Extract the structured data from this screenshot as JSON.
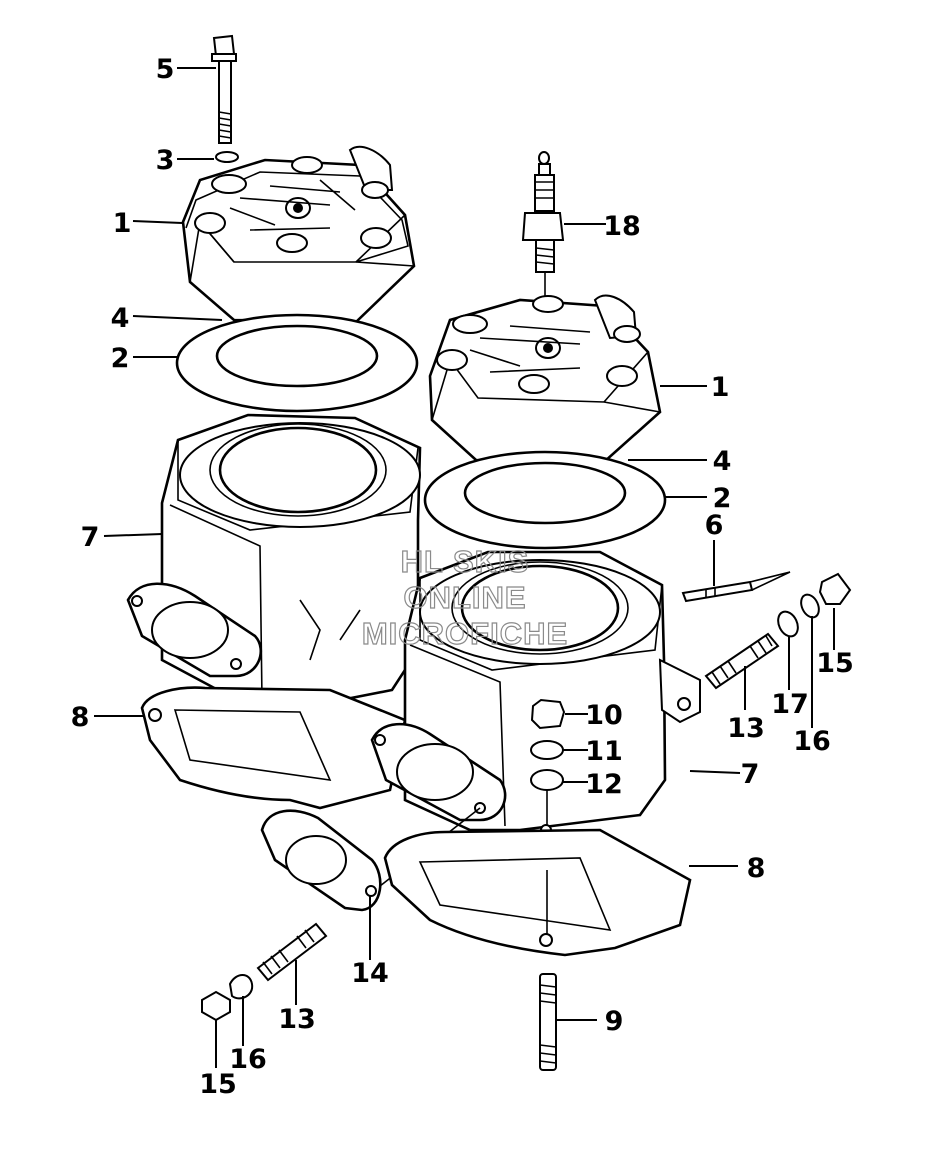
{
  "diagram": {
    "callouts": [
      {
        "id": "c5",
        "label": "5"
      },
      {
        "id": "c3",
        "label": "3"
      },
      {
        "id": "c1a",
        "label": "1"
      },
      {
        "id": "c18",
        "label": "18"
      },
      {
        "id": "c4a",
        "label": "4"
      },
      {
        "id": "c2a",
        "label": "2"
      },
      {
        "id": "c1b",
        "label": "1"
      },
      {
        "id": "c4b",
        "label": "4"
      },
      {
        "id": "c2b",
        "label": "2"
      },
      {
        "id": "c7a",
        "label": "7"
      },
      {
        "id": "c6",
        "label": "6"
      },
      {
        "id": "c15a",
        "label": "15"
      },
      {
        "id": "c16a",
        "label": "16"
      },
      {
        "id": "c17",
        "label": "17"
      },
      {
        "id": "c13a",
        "label": "13"
      },
      {
        "id": "c8a",
        "label": "8"
      },
      {
        "id": "c10",
        "label": "10"
      },
      {
        "id": "c11",
        "label": "11"
      },
      {
        "id": "c12",
        "label": "12"
      },
      {
        "id": "c7b",
        "label": "7"
      },
      {
        "id": "c8b",
        "label": "8"
      },
      {
        "id": "c14",
        "label": "14"
      },
      {
        "id": "c13b",
        "label": "13"
      },
      {
        "id": "c9",
        "label": "9"
      },
      {
        "id": "c15b",
        "label": "15"
      },
      {
        "id": "c16b",
        "label": "16"
      }
    ],
    "watermark": [
      "HL SKIS",
      "ONLINE",
      "MICROFICHE"
    ]
  }
}
